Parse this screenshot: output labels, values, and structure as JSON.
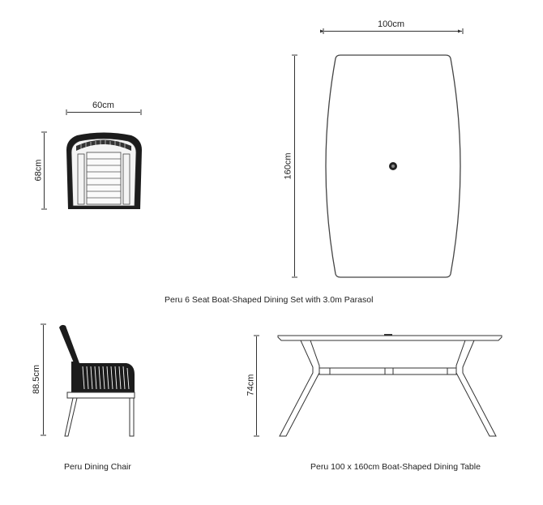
{
  "dimensions": {
    "table_top_width": "100cm",
    "table_top_length": "160cm",
    "chair_top_width": "60cm",
    "chair_top_depth": "68cm",
    "chair_height": "88.5cm",
    "table_height": "74cm"
  },
  "captions": {
    "set_title": "Peru 6 Seat Boat-Shaped Dining Set with 3.0m Parasol",
    "chair_title": "Peru Dining Chair",
    "table_title": "Peru 100 x 160cm Boat-Shaped Dining Table"
  },
  "colors": {
    "line": "#333333",
    "rope": "#1a1a1a",
    "background": "#ffffff"
  }
}
